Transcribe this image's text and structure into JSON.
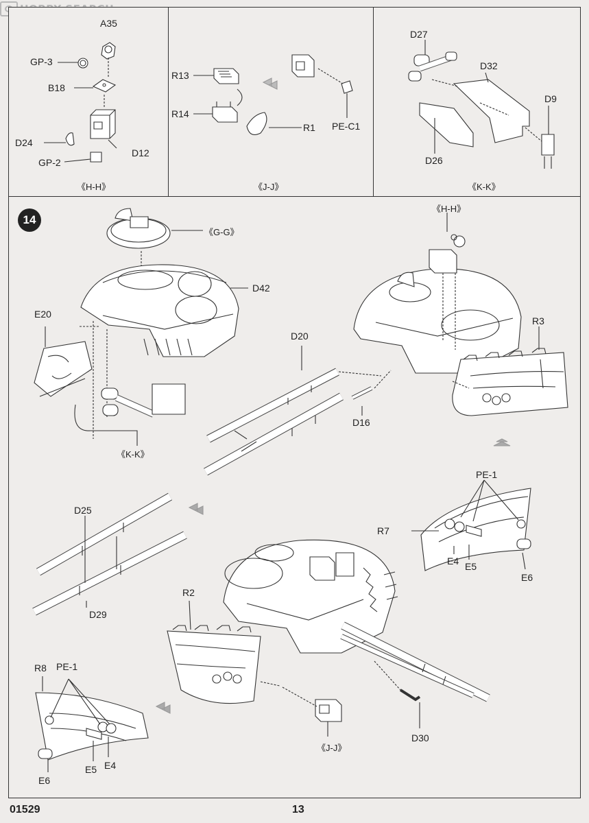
{
  "watermark": {
    "text": "HOBBY SEARCH",
    "logo_icon": "hobby-search-logo-icon"
  },
  "step": {
    "number": "14"
  },
  "panels": {
    "hh": {
      "caption": "《H-H》",
      "labels": {
        "a35": "A35",
        "gp3": "GP-3",
        "b18": "B18",
        "d24": "D24",
        "d12": "D12",
        "gp2": "GP-2"
      }
    },
    "jj": {
      "caption": "《J-J》",
      "labels": {
        "r13": "R13",
        "r14": "R14",
        "r1": "R1",
        "pec1": "PE-C1"
      }
    },
    "kk": {
      "caption": "《K-K》",
      "labels": {
        "d27": "D27",
        "d32": "D32",
        "d9": "D9",
        "d26": "D26"
      }
    }
  },
  "main": {
    "labels": {
      "gg": "《G-G》",
      "d42": "D42",
      "e20": "E20",
      "kk": "《K-K》",
      "hh": "《H-H》",
      "r3": "R3",
      "d20": "D20",
      "d16": "D16",
      "pe1_right": "PE-1",
      "r7": "R7",
      "e4_right": "E4",
      "e5_right": "E5",
      "e6_right": "E6",
      "d25": "D25",
      "d29": "D29",
      "r2": "R2",
      "r8": "R8",
      "pe1_left": "PE-1",
      "e6_left": "E6",
      "e5_left": "E5",
      "e4_left": "E4",
      "jj": "《J-J》",
      "d30": "D30"
    }
  },
  "footer": {
    "kit_number": "01529",
    "page_number": "13"
  }
}
